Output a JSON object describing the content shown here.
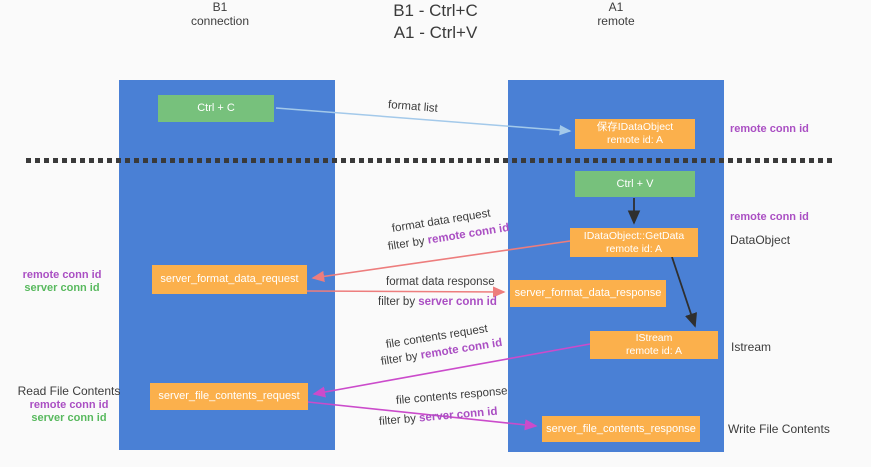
{
  "title": {
    "line1": "B1 - Ctrl+C",
    "line2": "A1 - Ctrl+V"
  },
  "lifelines": {
    "left": {
      "title": "B1",
      "subtitle": "connection"
    },
    "right": {
      "title": "A1",
      "subtitle": "remote"
    }
  },
  "boxes": {
    "ctrl_c": {
      "label": "Ctrl + C"
    },
    "save_idataobject": {
      "line1": "保存IDataObject",
      "line2": "remote id: A"
    },
    "ctrl_v": {
      "label": "Ctrl + V"
    },
    "getdata": {
      "line1": "IDataObject::GetData",
      "line2": "remote id: A"
    },
    "server_format_data_request": {
      "label": "server_format_data_request"
    },
    "server_format_data_response": {
      "label": "server_format_data_response"
    },
    "istream": {
      "line1": "IStream",
      "line2": "remote id: A"
    },
    "server_file_contents_request": {
      "label": "server_file_contents_request"
    },
    "server_file_contents_response": {
      "label": "server_file_contents_response"
    }
  },
  "side_labels": {
    "right_remote_conn_top": "remote conn id",
    "right_remote_conn_mid": "remote conn id",
    "right_dataobject": "DataObject",
    "right_istream": "Istream",
    "right_write_file": "Write File Contents",
    "left_format": {
      "remote": "remote conn id",
      "server": "server conn id"
    },
    "left_file": {
      "read": "Read File Contents",
      "remote": "remote conn id",
      "server": "server conn id"
    }
  },
  "arrow_labels": {
    "format_list": "format list",
    "format_data_request": {
      "title": "format data request",
      "filter_prefix": "filter by ",
      "filter_key": "remote conn id"
    },
    "format_data_response": {
      "title": "format data response",
      "filter_prefix": "filter by ",
      "filter_key": "server conn id"
    },
    "file_contents_request": {
      "title": "file contents request",
      "filter_prefix": "filter by ",
      "filter_key": "remote conn id"
    },
    "file_contents_response": {
      "title": "file contents response",
      "filter_prefix": "filter by ",
      "filter_key": "server conn id"
    }
  },
  "colors": {
    "lifeline_blue": "#4a80d5",
    "box_green": "#77c17c",
    "box_orange": "#fbb04c",
    "remote_conn_purple": "#aa4fc3",
    "server_conn_green": "#58b95e",
    "arrow_format_list_blue": "#a3c9ea",
    "arrow_format_salmon": "#ed7d7d",
    "arrow_file_magenta": "#cb4bcb",
    "arrow_black": "#2f2f2f"
  }
}
